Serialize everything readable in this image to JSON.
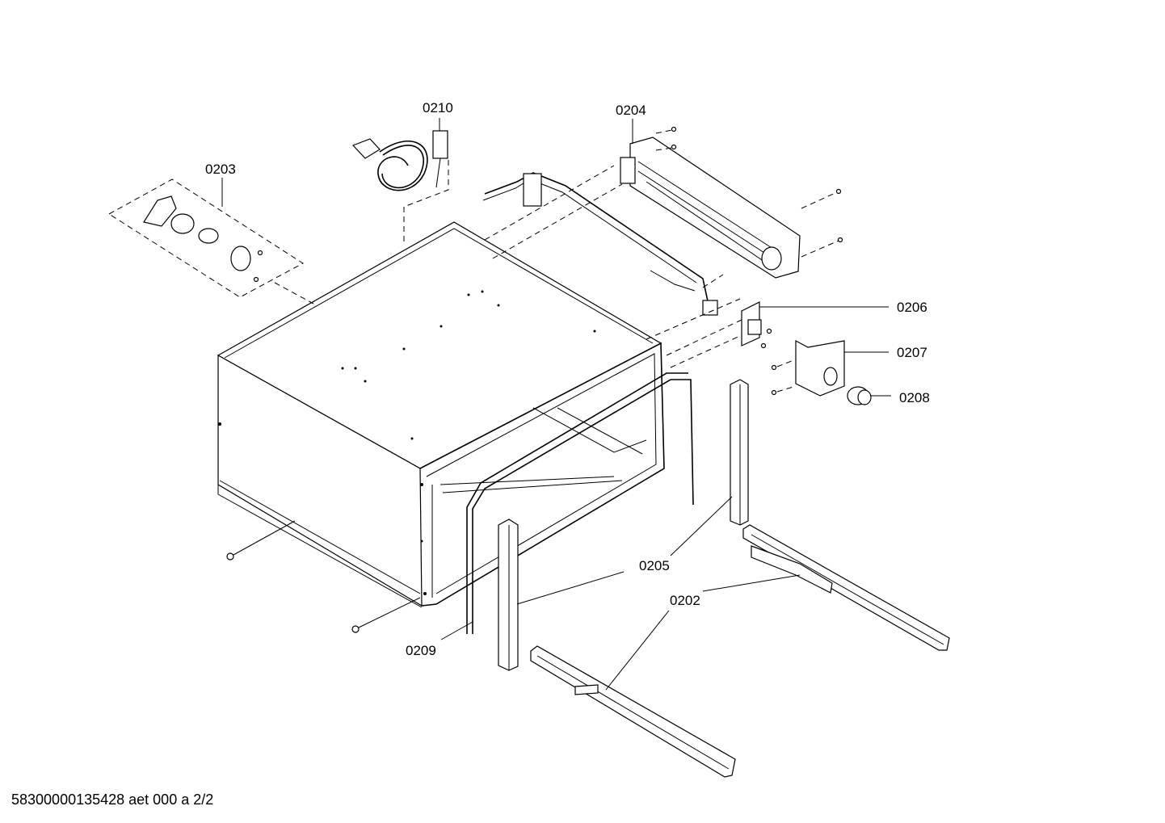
{
  "footer": {
    "document_code": "58300000135428 aet 000 a 2/2"
  },
  "part_labels": {
    "p0202": "0202",
    "p0203": "0203",
    "p0204": "0204",
    "p0205": "0205",
    "p0206": "0206",
    "p0207": "0207",
    "p0208": "0208",
    "p0209": "0209",
    "p0210": "0210"
  },
  "colors": {
    "line": "#000000",
    "background": "#ffffff"
  }
}
